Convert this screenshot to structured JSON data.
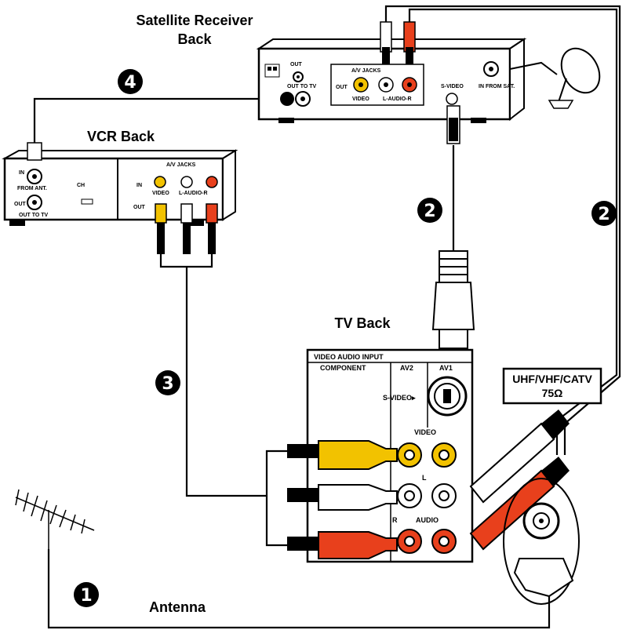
{
  "labels": {
    "satellite_receiver_back": [
      "Satellite Receiver",
      "Back"
    ],
    "vcr_back": "VCR Back",
    "tv_back": "TV Back",
    "antenna": "Antenna",
    "uhf_vhf_catv": "UHF/VHF/CATV",
    "ohm": "75Ω"
  },
  "tv_panel": {
    "header": "VIDEO AUDIO INPUT",
    "component": "COMPONENT",
    "av2": "AV2",
    "av1": "AV1",
    "s_video": "S-VIDEO▸",
    "video": "VIDEO",
    "audio": "AUDIO",
    "l": "L",
    "r": "R"
  },
  "vcr_panel": {
    "in": "IN",
    "from_ant": "FROM ANT.",
    "out": "OUT",
    "out_to_tv": "OUT TO TV",
    "channel": "CH",
    "av_jacks": "A/V JACKS",
    "video": "VIDEO",
    "audio": "L-AUDIO-R"
  },
  "receiver_panel": {
    "out_to_tv": "OUT TO TV",
    "av_jacks": "A/V JACKS",
    "video": "VIDEO",
    "audio": "L-AUDIO-R",
    "s_video": "S-VIDEO",
    "in_from_sat": "IN FROM SAT."
  },
  "steps": [
    "1",
    "2",
    "2",
    "3",
    "4"
  ],
  "colors": {
    "yellow": "#f2c200",
    "red": "#e8401c",
    "white": "#ffffff",
    "black": "#000000"
  }
}
